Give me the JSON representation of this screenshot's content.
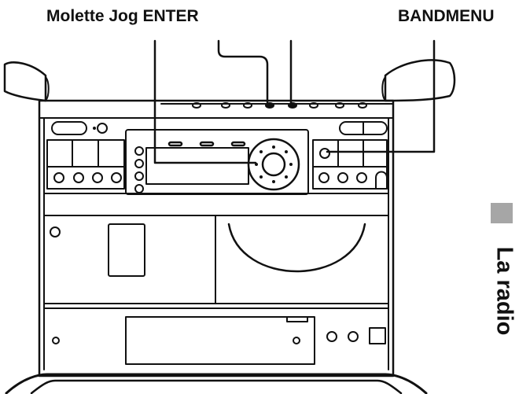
{
  "callouts": {
    "left": "Molette Jog ENTER",
    "right": "BANDMENU"
  },
  "section_title": "La radio",
  "colors": {
    "ink": "#111111",
    "tab": "#a6a6a6",
    "background": "#ffffff"
  }
}
